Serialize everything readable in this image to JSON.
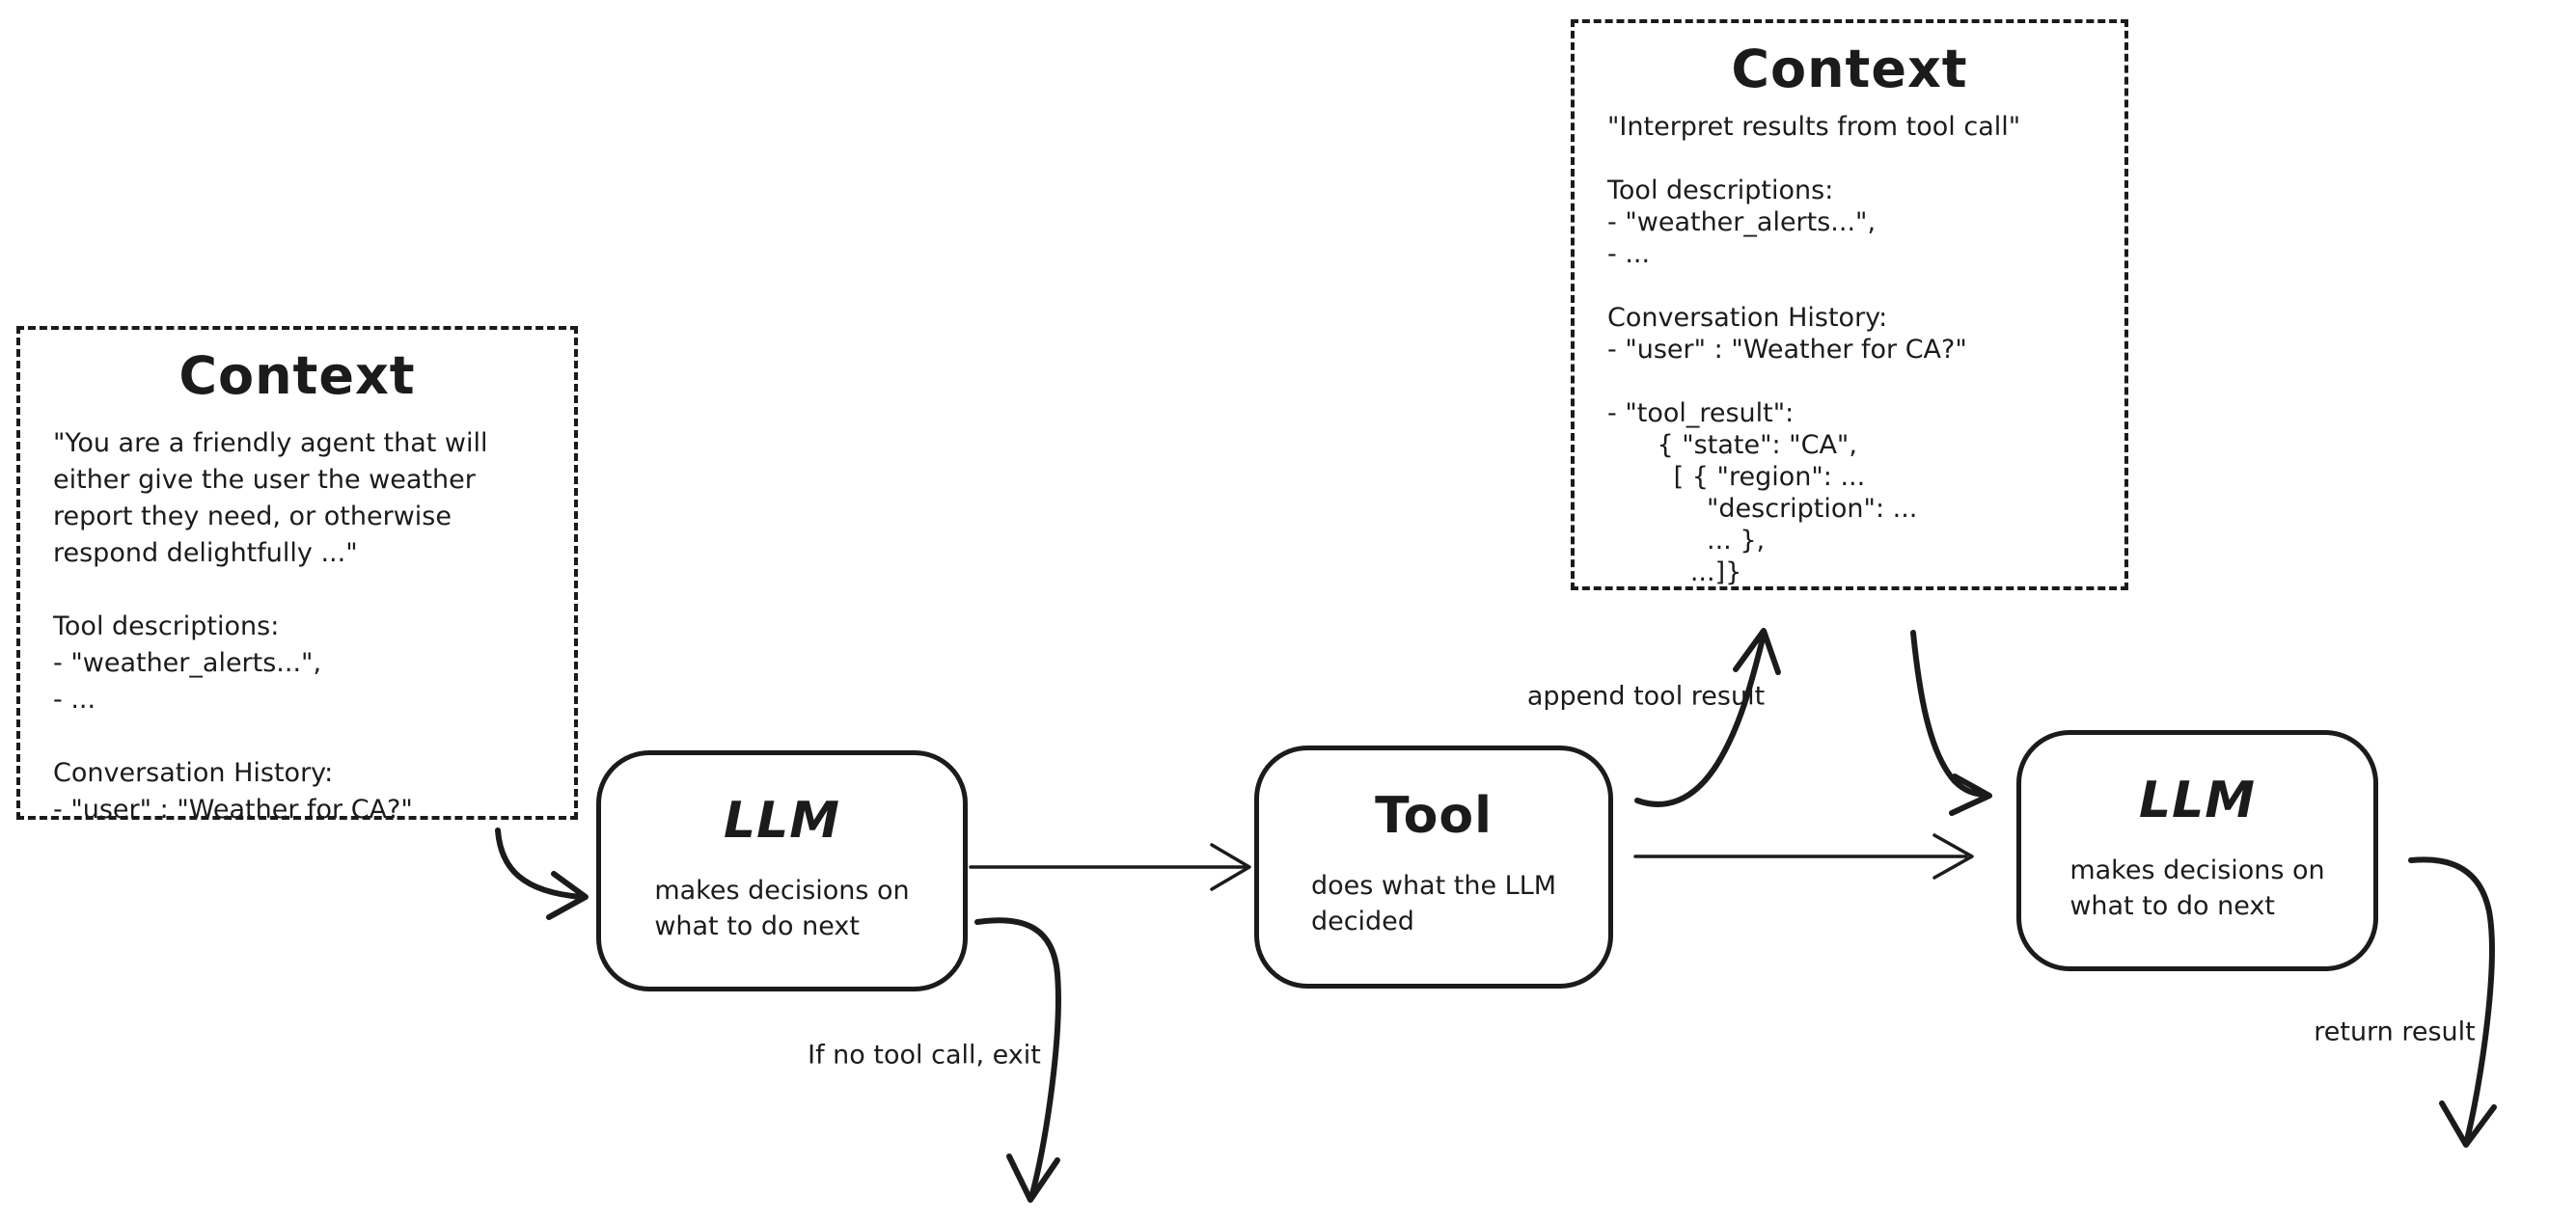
{
  "diagram": {
    "background_color": "#ffffff",
    "ink_color": "#1b1b1b"
  },
  "nodes": {
    "context_left": {
      "title": "Context",
      "body": "\"You are a friendly agent that will\neither give the user the weather\nreport they need, or otherwise\nrespond delightfully ...\"\n\nTool descriptions:\n- \"weather_alerts...\",\n- ...\n\nConversation History:\n- \"user\" : \"Weather for CA?\""
    },
    "context_top": {
      "title": "Context",
      "body": "\"Interpret results from tool call\"\n\nTool descriptions:\n- \"weather_alerts...\",\n- ...\n\nConversation History:\n- \"user\" : \"Weather for CA?\"\n\n- \"tool_result\":\n      { \"state\": \"CA\",\n        [ { \"region\": ...\n            \"description\": ...\n            ... },\n          ...]}"
    },
    "llm_1": {
      "title": "LLM",
      "subtitle": "makes decisions on\nwhat to do next"
    },
    "tool": {
      "title": "Tool",
      "subtitle": "does what the LLM\ndecided"
    },
    "llm_2": {
      "title": "LLM",
      "subtitle": "makes decisions on\nwhat to do next"
    }
  },
  "edge_labels": {
    "append_tool_result": "append tool result",
    "if_no_tool_call_exit": "If no tool call, exit",
    "return_result": "return result"
  }
}
